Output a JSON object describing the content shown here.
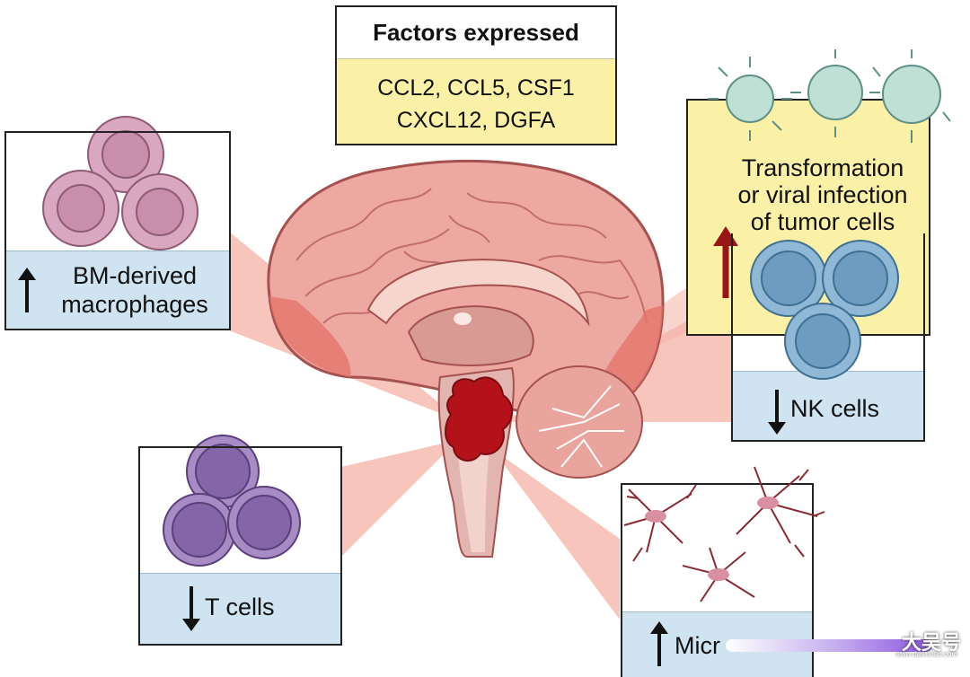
{
  "factors": {
    "title": "Factors expressed",
    "line1": "CCL2, CCL5, CSF1",
    "line2": "CXCL12, DGFA"
  },
  "panels": {
    "macrophages": {
      "label_line1": "BM-derived",
      "label_line2": "macrophages",
      "direction": "up"
    },
    "t_cells": {
      "label": "T cells",
      "direction": "down"
    },
    "nk_cells": {
      "label": "NK cells",
      "direction": "down"
    },
    "microglia": {
      "label": "Micr",
      "direction": "up"
    },
    "transformation": {
      "line1": "Transformation",
      "line2": "or viral infection",
      "line3": "of tumor cells",
      "direction": "up"
    }
  },
  "watermark": {
    "text": "大吴号",
    "url": "www.dawuhao.com"
  },
  "colors": {
    "factors_fill": "#fbf1a6",
    "band_blue": "#cfe3f1",
    "tumor_red": "#b3121b",
    "brain_pink": "#eea8a2",
    "ray_salmon": "#f2a79a",
    "up_arrow_red": "#9b1418"
  }
}
